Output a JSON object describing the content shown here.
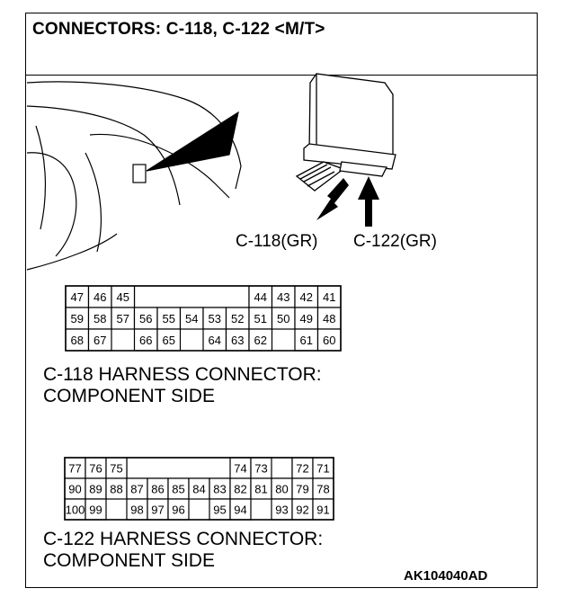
{
  "title": "CONNECTORS: C-118, C-122 <M/T>",
  "connector_labels": {
    "c118": "C-118(GR)",
    "c122": "C-122(GR)"
  },
  "c118": {
    "caption_line1": "C-118 HARNESS CONNECTOR:",
    "caption_line2": "COMPONENT SIDE",
    "rows": [
      [
        "47",
        "46",
        "45",
        "",
        "",
        "",
        "",
        "",
        "44",
        "43",
        "42",
        "41"
      ],
      [
        "59",
        "58",
        "57",
        "56",
        "55",
        "54",
        "53",
        "52",
        "51",
        "50",
        "49",
        "48"
      ],
      [
        "68",
        "67",
        "",
        "66",
        "65",
        "",
        "64",
        "63",
        "62",
        "",
        "61",
        "60"
      ]
    ]
  },
  "c122": {
    "caption_line1": "C-122 HARNESS CONNECTOR:",
    "caption_line2": "COMPONENT SIDE",
    "rows": [
      [
        "77",
        "76",
        "75",
        "",
        "",
        "",
        "",
        "",
        "74",
        "73",
        "",
        "72",
        "71"
      ],
      [
        "90",
        "89",
        "88",
        "87",
        "86",
        "85",
        "84",
        "83",
        "82",
        "81",
        "80",
        "79",
        "78"
      ],
      [
        "100",
        "99",
        "",
        "98",
        "97",
        "96",
        "",
        "95",
        "94",
        "",
        "93",
        "92",
        "91"
      ]
    ]
  },
  "reference_code": "AK104040AD"
}
